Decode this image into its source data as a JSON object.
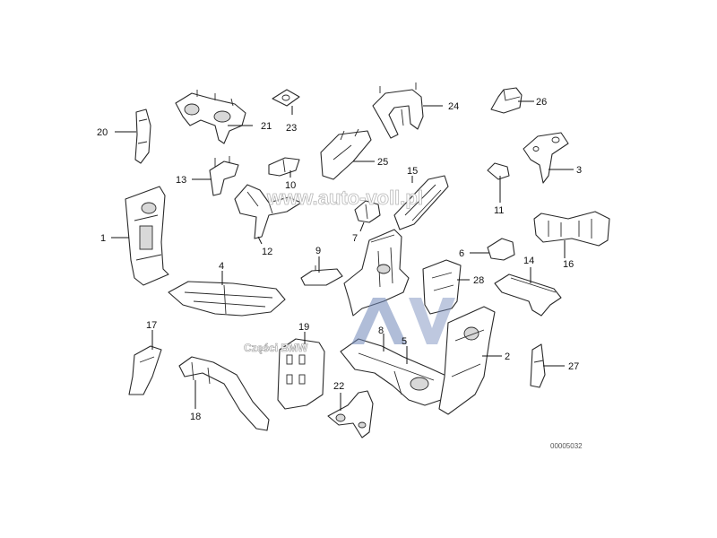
{
  "callouts": [
    {
      "id": "c1",
      "label": "1"
    },
    {
      "id": "c2",
      "label": "2"
    },
    {
      "id": "c3",
      "label": "3"
    },
    {
      "id": "c4",
      "label": "4"
    },
    {
      "id": "c5",
      "label": "5"
    },
    {
      "id": "c6",
      "label": "6"
    },
    {
      "id": "c7",
      "label": "7"
    },
    {
      "id": "c8",
      "label": "8"
    },
    {
      "id": "c9",
      "label": "9"
    },
    {
      "id": "c10",
      "label": "10"
    },
    {
      "id": "c11",
      "label": "11"
    },
    {
      "id": "c12",
      "label": "12"
    },
    {
      "id": "c13",
      "label": "13"
    },
    {
      "id": "c14",
      "label": "14"
    },
    {
      "id": "c15",
      "label": "15"
    },
    {
      "id": "c16",
      "label": "16"
    },
    {
      "id": "c17",
      "label": "17"
    },
    {
      "id": "c18",
      "label": "18"
    },
    {
      "id": "c19",
      "label": "19"
    },
    {
      "id": "c20",
      "label": "20"
    },
    {
      "id": "c21",
      "label": "21"
    },
    {
      "id": "c22",
      "label": "22"
    },
    {
      "id": "c23",
      "label": "23"
    },
    {
      "id": "c24",
      "label": "24"
    },
    {
      "id": "c25",
      "label": "25"
    },
    {
      "id": "c26",
      "label": "26"
    },
    {
      "id": "c27",
      "label": "27"
    },
    {
      "id": "c28",
      "label": "28"
    }
  ],
  "document_number": "00005032",
  "watermark": {
    "url": "www.auto-voll.pl",
    "caption": "Części BMW",
    "logo_letters": [
      "A",
      "V"
    ],
    "logo_color": "#6f86b8"
  },
  "colors": {
    "line": "#2a2a2a",
    "background": "#ffffff"
  }
}
